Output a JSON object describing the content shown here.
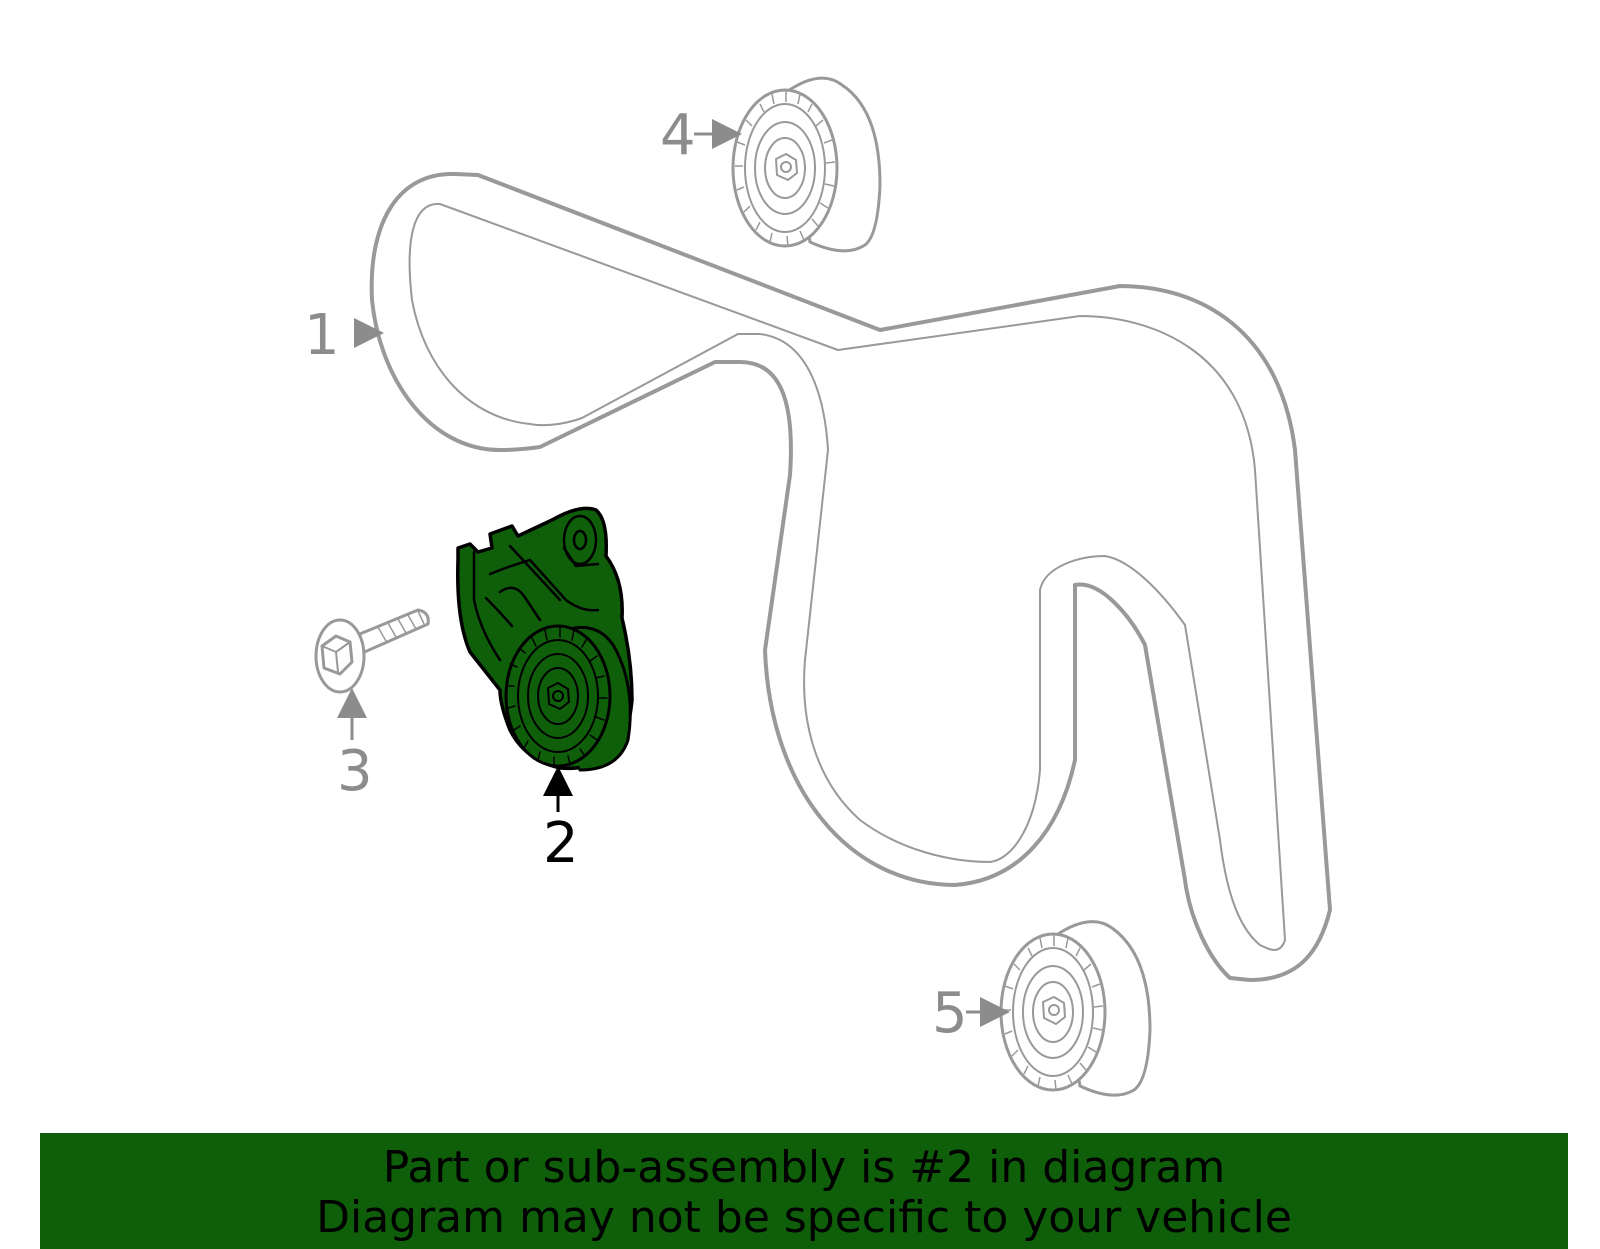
{
  "colors": {
    "highlight_part": "#0f5f0a",
    "banner_background": "#0f5f0a",
    "outline_gray": "#999999",
    "label_gray": "#8c8c8c",
    "label_active": "#000000"
  },
  "callouts": [
    {
      "number": "1",
      "part": "drive-belt",
      "highlighted": false
    },
    {
      "number": "2",
      "part": "belt-tensioner",
      "highlighted": true
    },
    {
      "number": "3",
      "part": "tensioner-bolt",
      "highlighted": false
    },
    {
      "number": "4",
      "part": "idler-pulley",
      "highlighted": false
    },
    {
      "number": "5",
      "part": "idler-pulley",
      "highlighted": false
    }
  ],
  "banner": {
    "line1": "Part or sub-assembly is #2 in diagram",
    "line2": "Diagram may not be specific to your vehicle"
  }
}
